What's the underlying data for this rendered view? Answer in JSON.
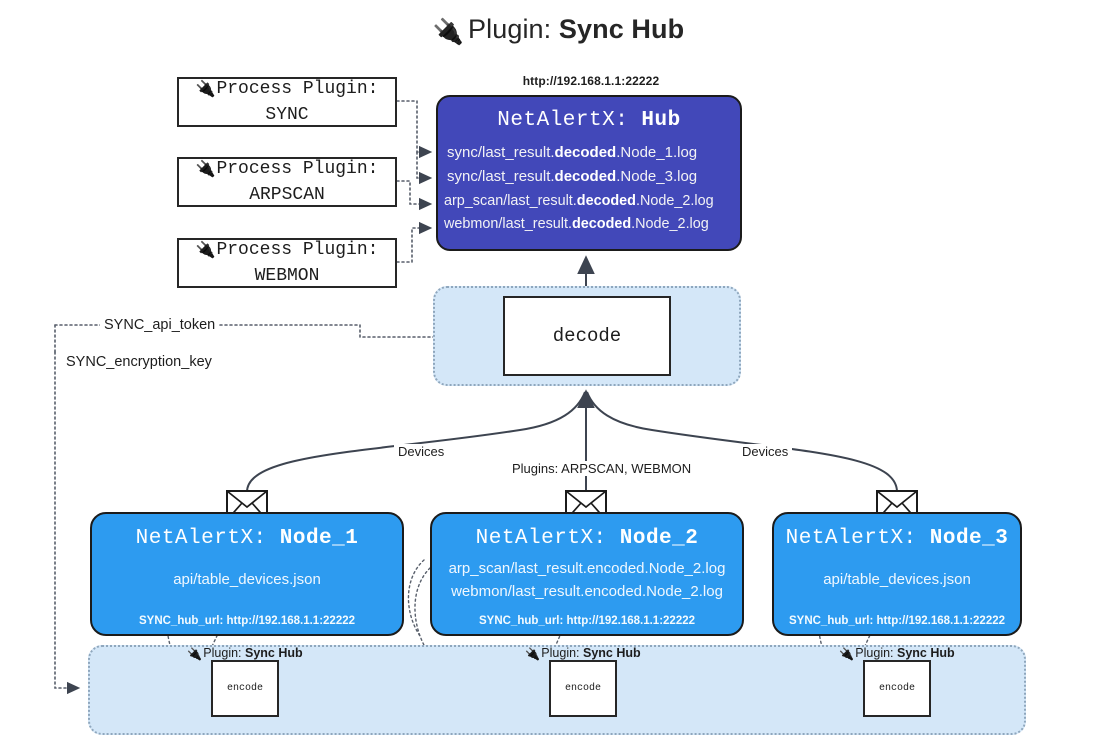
{
  "title": {
    "icon": "plug-icon",
    "prefix": "Plugin: ",
    "name": "Sync Hub",
    "glyph": "🔌"
  },
  "process_plugins": [
    {
      "label": "Process Plugin:",
      "name": "SYNC",
      "icon": "plug-icon"
    },
    {
      "label": "Process Plugin:",
      "name": "ARPSCAN",
      "icon": "plug-icon"
    },
    {
      "label": "Process Plugin:",
      "name": "WEBMON",
      "icon": "plug-icon"
    }
  ],
  "hub": {
    "url": "http://192.168.1.1:22222",
    "title_prefix": "NetAlertX: ",
    "title_name": "Hub",
    "lines": [
      {
        "pre": "sync/last_result.",
        "em": "decoded",
        "post": ".Node_1.log"
      },
      {
        "pre": "sync/last_result.",
        "em": "decoded",
        "post": ".Node_3.log"
      },
      {
        "pre": "arp_scan/last_result.",
        "em": "decoded",
        "post": ".Node_2.log"
      },
      {
        "pre": "webmon/last_result.",
        "em": "decoded",
        "post": ".Node_2.log"
      }
    ]
  },
  "decode": {
    "label": "decode"
  },
  "secrets": [
    {
      "label": "SYNC_api_token"
    },
    {
      "label": "SYNC_encryption_key"
    }
  ],
  "edge_labels": {
    "devices_left": "Devices",
    "devices_right": "Devices",
    "plugins_center": "Plugins: ARPSCAN, WEBMON"
  },
  "nodes": [
    {
      "icon": "envelope-icon",
      "title_prefix": "NetAlertX: ",
      "title_name": "Node_1",
      "lines": [
        "api/table_devices.json"
      ],
      "footer": "SYNC_hub_url: http://192.168.1.1:22222"
    },
    {
      "icon": "envelope-icon",
      "title_prefix": "NetAlertX: ",
      "title_name": "Node_2",
      "lines": [
        "arp_scan/last_result.encoded.Node_2.log",
        "webmon/last_result.encoded.Node_2.log"
      ],
      "footer": "SYNC_hub_url: http://192.168.1.1:22222"
    },
    {
      "icon": "envelope-icon",
      "title_prefix": "NetAlertX: ",
      "title_name": "Node_3",
      "lines": [
        "api/table_devices.json"
      ],
      "footer": "SYNC_hub_url: http://192.168.1.1:22222"
    }
  ],
  "encoders": [
    {
      "plugin_prefix": "Plugin: ",
      "plugin_name": "Sync Hub",
      "label": "encode",
      "icon": "plug-icon"
    },
    {
      "plugin_prefix": "Plugin: ",
      "plugin_name": "Sync Hub",
      "label": "encode",
      "icon": "plug-icon"
    },
    {
      "plugin_prefix": "Plugin: ",
      "plugin_name": "Sync Hub",
      "label": "encode",
      "icon": "plug-icon"
    }
  ],
  "colors": {
    "hub_blue": "#4248b9",
    "node_blue": "#2d9bf0",
    "container_blue": "#d4e7f8",
    "stroke": "#262626"
  }
}
